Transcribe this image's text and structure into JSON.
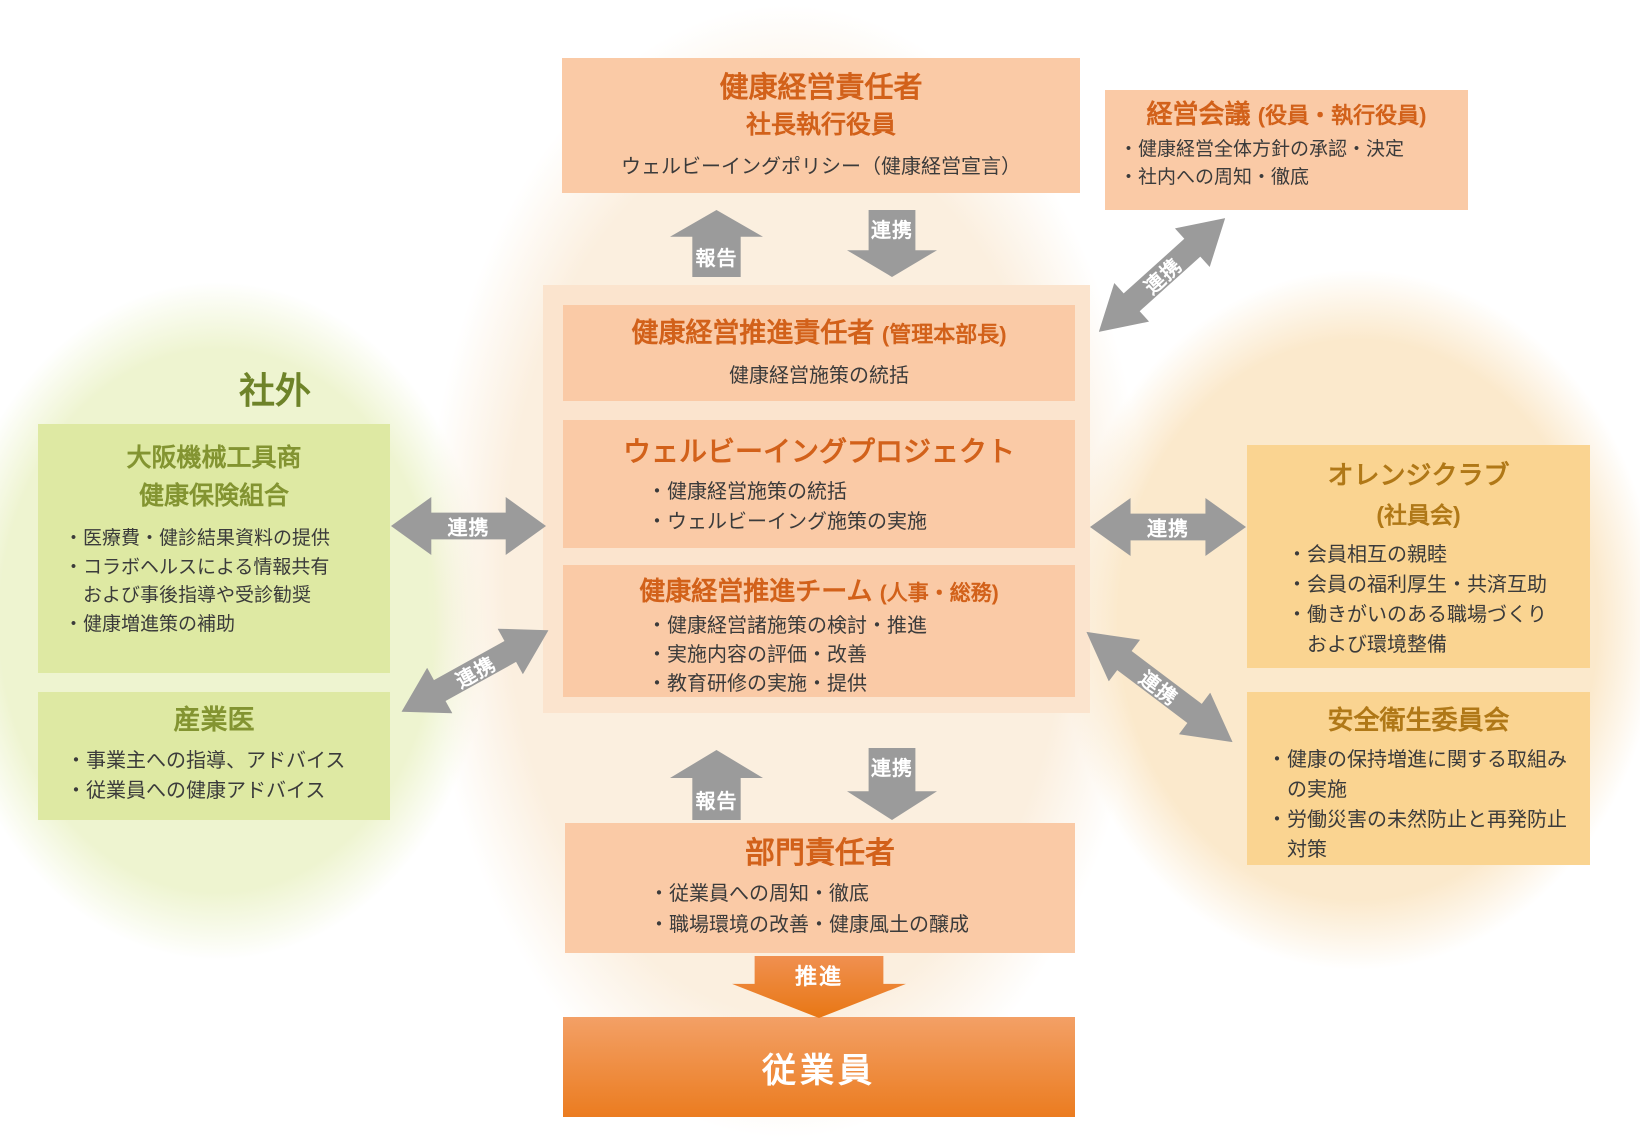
{
  "colors": {
    "orange_accent": "#D2611A",
    "peach": "#FACAA6",
    "peach_light": "#FBE4CE",
    "green_box": "#DEE9A3",
    "olive_title": "#839431",
    "olive_dark": "#6E8329",
    "amber_box": "#FAD491",
    "amber_title": "#B07817",
    "gray_arrow": "#9B9B9B",
    "text_dark": "#3B3B3B",
    "ellipse_green": "#EEF4D0",
    "ellipse_cream": "#FBEFDF",
    "ellipse_orange": "#FBE9CC",
    "bar_top": "#F3A066",
    "bar_bottom": "#EB7C20",
    "promote_top": "#F09050",
    "promote_bottom": "#E87714"
  },
  "sections": {
    "external_label": "社外"
  },
  "nodes": {
    "top_exec": {
      "title": "健康経営責任者",
      "subtitle": "社長執行役員",
      "note": "ウェルビーイングポリシー（健康経営宣言）"
    },
    "board": {
      "title": "経営会議",
      "title_suffix": "(役員・執行役員)",
      "bullets": [
        "・健康経営全体方針の承認・決定",
        "・社内への周知・徹底"
      ]
    },
    "promotion_officer": {
      "title": "健康経営推進責任者",
      "title_suffix": "(管理本部長)",
      "note": "健康経営施策の統括"
    },
    "wellbeing_project": {
      "title": "ウェルビーイングプロジェクト",
      "bullets": [
        "・健康経営施策の統括",
        "・ウェルビーイング施策の実施"
      ]
    },
    "promotion_team": {
      "title": "健康経営推進チーム",
      "title_suffix": "(人事・総務)",
      "bullets": [
        "・健康経営諸施策の検討・推進",
        "・実施内容の評価・改善",
        "・教育研修の実施・提供"
      ]
    },
    "department_heads": {
      "title": "部門責任者",
      "bullets": [
        "・従業員への周知・徹底",
        "・職場環境の改善・健康風土の醸成"
      ]
    },
    "employees": {
      "title": "従業員"
    },
    "insurance_union": {
      "title": "大阪機械工具商\n健康保険組合",
      "bullets": [
        "・医療費・健診結果資料の提供",
        "・コラボヘルスによる情報共有\nおよび事後指導や受診勧奨",
        "・健康増進策の補助"
      ]
    },
    "industrial_physician": {
      "title": "産業医",
      "bullets": [
        "・事業主への指導、アドバイス",
        "・従業員への健康アドバイス"
      ]
    },
    "orange_club": {
      "title": "オレンジクラブ",
      "subtitle": "(社員会)",
      "bullets": [
        "・会員相互の親睦",
        "・会員の福利厚生・共済互助",
        "・働きがいのある職場づくり\nおよび環境整備"
      ]
    },
    "safety_committee": {
      "title": "安全衛生委員会",
      "bullets": [
        "・健康の保持増進に関する取組み\nの実施",
        "・労働災害の未然防止と再発防止\n対策"
      ]
    }
  },
  "arrows": {
    "report": "報告",
    "collaborate": "連携",
    "promote": "推進"
  }
}
